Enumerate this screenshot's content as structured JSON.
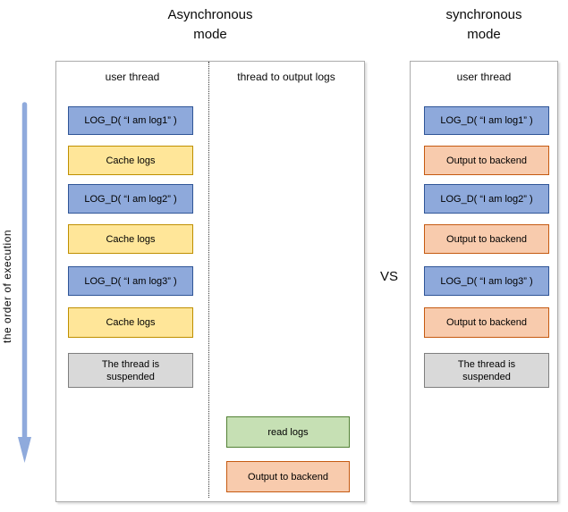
{
  "titles": {
    "async": "Asynchronous mode",
    "sync": "synchronous mode"
  },
  "vs_label": "VS",
  "execution_axis_label": "the order of execution",
  "colors": {
    "log_call_fill": "#8EA9DB",
    "log_call_border": "#2F5597",
    "cache_fill": "#FFE699",
    "cache_border": "#BF8F00",
    "output_fill": "#F8CBAD",
    "output_border": "#C55A11",
    "read_fill": "#C6E0B4",
    "read_border": "#538135",
    "suspended_fill": "#D9D9D9",
    "suspended_border": "#7F7F7F",
    "arrow": "#8FAADC",
    "panel_border": "#ABABAB"
  },
  "async_panel": {
    "user_thread_header": "user thread",
    "output_thread_header": "thread to output logs",
    "user_thread_boxes": [
      {
        "label": "LOG_D( “I am log1” )",
        "type": "log_call"
      },
      {
        "label": "Cache logs",
        "type": "cache"
      },
      {
        "label": "LOG_D( “I am log2” )",
        "type": "log_call"
      },
      {
        "label": "Cache logs",
        "type": "cache"
      },
      {
        "label": "LOG_D( “I am log3” )",
        "type": "log_call"
      },
      {
        "label": "Cache logs",
        "type": "cache"
      },
      {
        "label": "The thread is\nsuspended",
        "type": "suspended"
      }
    ],
    "output_thread_boxes": [
      {
        "label": "read logs",
        "type": "read"
      },
      {
        "label": "Output to backend",
        "type": "output"
      }
    ]
  },
  "sync_panel": {
    "user_thread_header": "user thread",
    "user_thread_boxes": [
      {
        "label": "LOG_D( “I am log1” )",
        "type": "log_call"
      },
      {
        "label": "Output to backend",
        "type": "output"
      },
      {
        "label": "LOG_D( “I am log2” )",
        "type": "log_call"
      },
      {
        "label": "Output to backend",
        "type": "output"
      },
      {
        "label": "LOG_D( “I am log3” )",
        "type": "log_call"
      },
      {
        "label": "Output to backend",
        "type": "output"
      },
      {
        "label": "The thread is\nsuspended",
        "type": "suspended"
      }
    ]
  }
}
